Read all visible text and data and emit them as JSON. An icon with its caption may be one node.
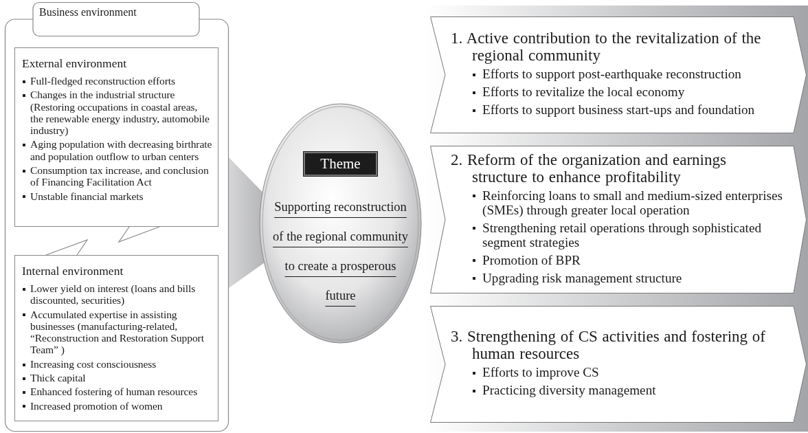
{
  "diagram": {
    "nodes": [
      {
        "text": [
          "Business environment"
        ]
      },
      {
        "text": [
          "External environment",
          "Full-fledged reconstruction efforts",
          "Changes in the industrial structure (Restoring occupations in coastal areas, the renewable energy industry, automobile industry)",
          "Aging population with decreasing birthrate and population outflow to urban centers",
          "Consumption tax increase, and conclusion of Financing Facilitation Act",
          "Unstable financial markets"
        ],
        "in": 0
      },
      {
        "text": [
          "Internal environment",
          "Lower yield on interest (loans and bills discounted, securities)",
          "Accumulated expertise in assisting businesses (manufacturing-related, “Reconstruction and Restoration Support Team” )",
          "Increasing cost consciousness",
          "Thick capital",
          "Enhanced fostering of human resources",
          "Increased promotion of women"
        ],
        "in": 0
      },
      {
        "text": [
          "Theme",
          "Supporting reconstruction of the regional community to create a prosperous future"
        ]
      },
      {
        "text": [
          "1. Active contribution to the revitalization of the regional community",
          "Efforts to support post-earthquake reconstruction",
          "Efforts to revitalize the local economy",
          "Efforts to support business start-ups and foundation"
        ]
      },
      {
        "text": [
          "2. Reform of the organization and earnings structure to enhance profitability",
          "Reinforcing loans to small and medium-sized enterprises (SMEs) through greater local operation",
          "Strengthening retail operations through sophisticated segment strategies",
          "Promotion of BPR",
          "Upgrading risk management structure"
        ]
      },
      {
        "text": [
          "3. Strengthening of CS activities and fostering of human resources",
          "Efforts to improve CS",
          "Practicing diversity management"
        ]
      }
    ],
    "edges": [
      {
        "from": 0,
        "to": 3,
        "arrow": "none"
      }
    ]
  }
}
